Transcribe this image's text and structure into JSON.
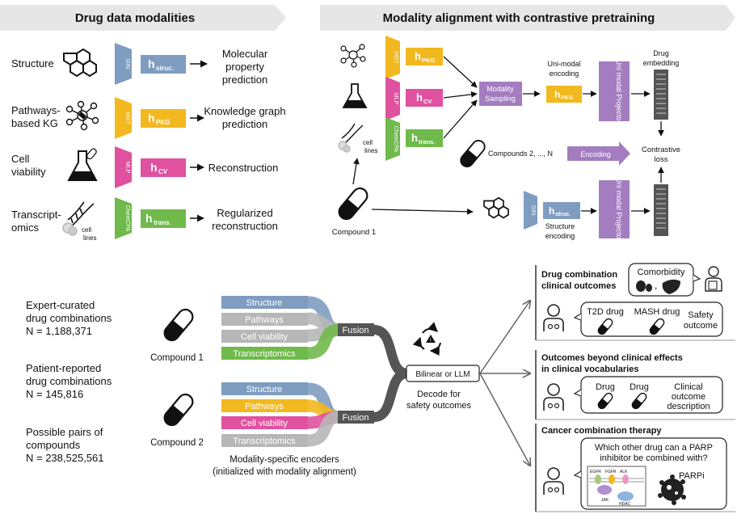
{
  "headers": {
    "left": "Drug data modalities",
    "right": "Modality alignment with contrastive pretraining"
  },
  "colors": {
    "structure": "#7f9cc1",
    "pkg": "#f2b81f",
    "cv": "#e0519f",
    "trans": "#70b94b",
    "purple": "#a37dc0",
    "grey_bar": "#b7b7b7",
    "fusion": "#555555",
    "header_bg": "#e6e6e6"
  },
  "modalities": [
    {
      "label": "Structure",
      "encoder": "GIN",
      "h_main": "h",
      "h_sub": "struc.",
      "task": [
        "Molecular",
        "property",
        "prediction"
      ],
      "icon": "molecule-icon"
    },
    {
      "label": [
        "Pathways-",
        "based KG"
      ],
      "encoder": "HGT",
      "h_main": "h",
      "h_sub": "PKG",
      "task": [
        "Knowledge graph",
        "prediction"
      ],
      "icon": "knowledge-graph-icon"
    },
    {
      "label": [
        "Cell",
        "viability"
      ],
      "encoder": "MLP",
      "h_main": "h",
      "h_sub": "CV",
      "task": [
        "Reconstruction"
      ],
      "icon": "flask-icon"
    },
    {
      "label": [
        "Transcript-",
        "omics"
      ],
      "encoder": "ChemCPA",
      "h_main": "h",
      "h_sub": "trans.",
      "task": [
        "Regularized",
        "reconstruction"
      ],
      "icon": "dna-icon"
    }
  ],
  "cell_lines_label": [
    "cell",
    "lines"
  ],
  "alignment": {
    "modality_sampling": [
      "Modality",
      "Sampling"
    ],
    "unimodal_encoding": [
      "Uni-modal",
      "encoding"
    ],
    "unimodal_projector": "Uni modal Projector",
    "drug_embedding": [
      "Drug",
      "embedding"
    ],
    "contrastive_loss": [
      "Contrastive",
      "loss"
    ],
    "compounds_label": "Compounds  2, ..., N",
    "encoding_label": "Encoding",
    "compound1_label": "Compound 1",
    "structure_encoding": [
      "Structure",
      "encoding"
    ],
    "h_pkg_sub": "PKG",
    "h_struc_sub": "struc."
  },
  "datasets": [
    {
      "lines": [
        "Expert-curated",
        "drug combinations",
        "N = 1,188,371"
      ]
    },
    {
      "lines": [
        "Patient-reported",
        "drug combinations",
        "N = 145,816"
      ]
    },
    {
      "lines": [
        "Possible pairs of",
        "compounds",
        "N = 238,525,561"
      ]
    }
  ],
  "compound_pair": {
    "compound1": "Compound 1",
    "compound2": "Compound 2",
    "bars1": [
      "Structure",
      "Pathways",
      "Cell viability",
      "Transcriptomics"
    ],
    "bars2": [
      "Structure",
      "Pathways",
      "Cell viability",
      "Transcriptomics"
    ],
    "fusion": "Fusion",
    "encoders_caption": [
      "Modality-specific encoders",
      "(initialized with modality alignment)"
    ],
    "decoder": "Bilinear or LLM",
    "decode_caption": [
      "Decode for",
      "safety outcomes"
    ]
  },
  "outcomes": {
    "panel1_title": [
      "Drug combination",
      "clinical outcomes"
    ],
    "comorbidity": "Comorbidity",
    "t2d": "T2D drug",
    "mash": "MASH drug",
    "safety": [
      "Safety",
      "outcome"
    ],
    "panel2_title": [
      "Outcomes beyond clinical effects",
      "in clinical vocabularies"
    ],
    "drug_a": "Drug",
    "drug_b": "Drug",
    "clinical_desc": [
      "Clinical",
      "outcome",
      "description"
    ],
    "panel3_title": "Cancer combination therapy",
    "question": [
      "Which other drug can a PARP",
      "inhibitor be combined with?"
    ],
    "parpi": "PARPi",
    "targets": [
      "EGFR",
      "FGFR",
      "ALK",
      "JAK",
      "HDAC"
    ]
  }
}
